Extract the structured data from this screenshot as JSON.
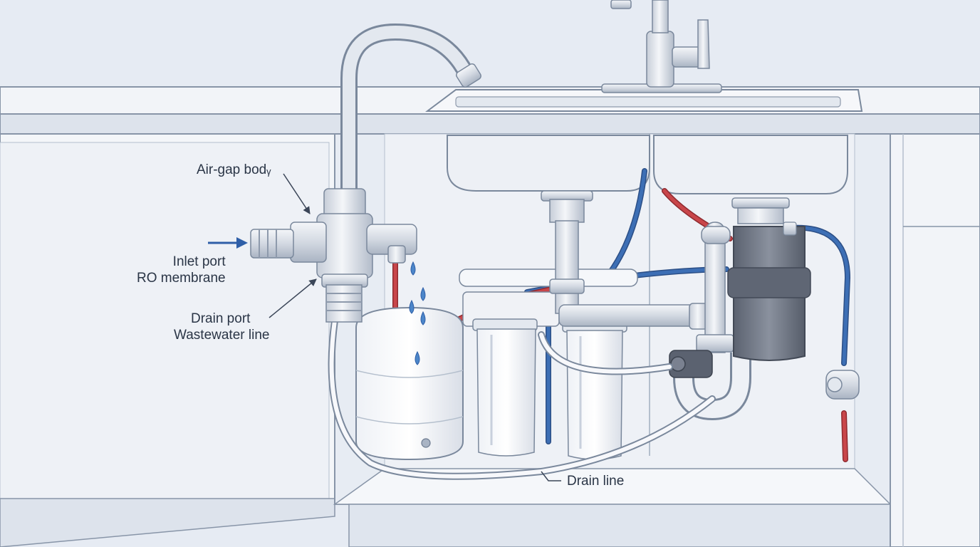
{
  "labels": {
    "air_gap": "Air-gap bodᵧ",
    "inlet_port": "Inlet port",
    "ro_membrane": "RO membrane",
    "drain_port": "Drain port",
    "wastewater_line": "Wastewater line",
    "drain_line": "Drain line"
  },
  "colors": {
    "background": "#e6ebf3",
    "cabinet": "#f3f5f9",
    "outline": "#5b6b82",
    "chrome": "#d9dee6",
    "cold_line": "#3d6fb5",
    "hot_line": "#c9464a",
    "drain_tube": "#f7f8fb",
    "disposal_body": "#6f7684",
    "water_drop": "#4c86c9",
    "inlet_arrow": "#2f5fa8"
  },
  "icons": [
    "water-drop-icon",
    "inlet-arrow-icon"
  ]
}
